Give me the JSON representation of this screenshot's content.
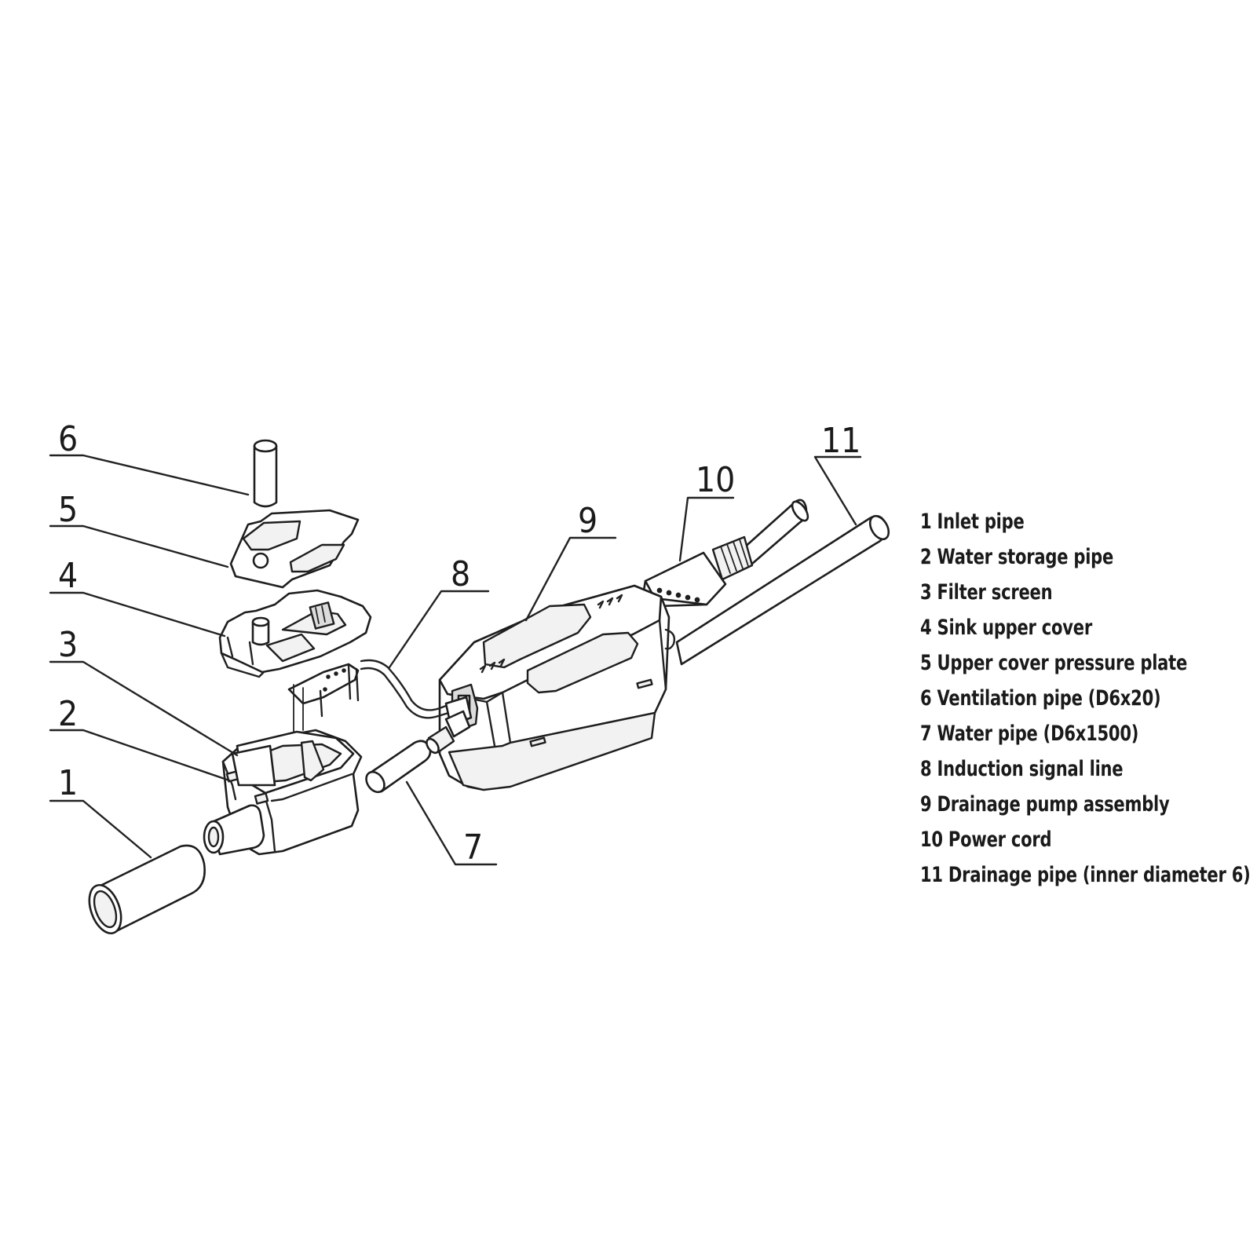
{
  "callouts": [
    {
      "num": "1",
      "label": "Inlet pipe"
    },
    {
      "num": "2",
      "label": "Water storage pipe"
    },
    {
      "num": "3",
      "label": "Filter screen"
    },
    {
      "num": "4",
      "label": "Sink upper cover"
    },
    {
      "num": "5",
      "label": "Upper cover pressure plate"
    },
    {
      "num": "6",
      "label": "Ventilation pipe (D6x20)"
    },
    {
      "num": "7",
      "label": "Water pipe (D6x1500)"
    },
    {
      "num": "8",
      "label": "Induction signal line"
    },
    {
      "num": "9",
      "label": "Drainage pump assembly"
    },
    {
      "num": "10",
      "label": "Power cord"
    },
    {
      "num": "11",
      "label": "Drainage pipe (inner diameter 6)"
    }
  ],
  "legend": [
    "1 Inlet pipe",
    "2 Water storage pipe",
    "3 Filter screen",
    "4 Sink upper cover",
    "5 Upper cover pressure plate",
    "6 Ventilation pipe (D6x20)",
    "7 Water pipe (D6x1500)",
    "8 Induction signal line",
    "9 Drainage pump assembly",
    "10 Power cord",
    "11 Drainage pipe (inner diameter 6)"
  ],
  "colors": {
    "line": "#1e1e1e",
    "background": "#ffffff"
  }
}
